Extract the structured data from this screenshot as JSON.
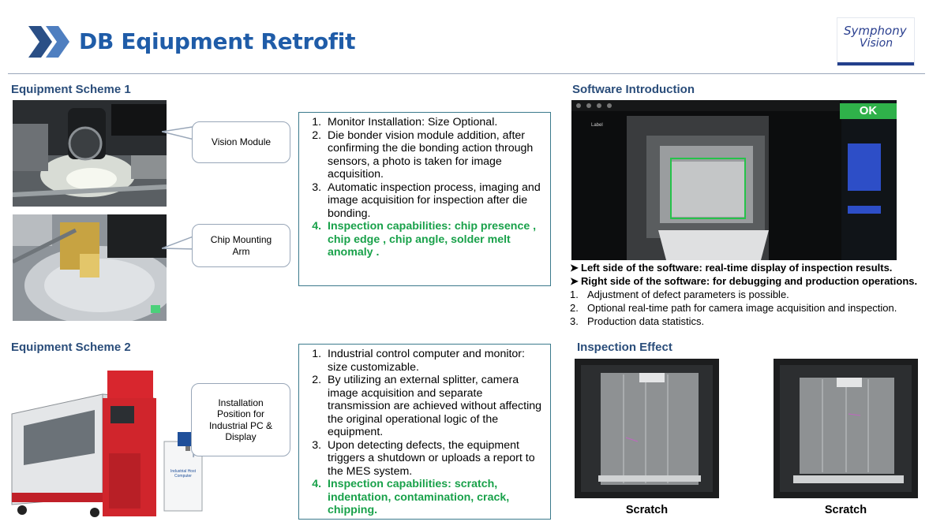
{
  "header": {
    "title": "DB Eqiupment Retrofit",
    "logo_line1": "Symphony",
    "logo_line2": "Vision"
  },
  "scheme1": {
    "title": "Equipment Scheme 1",
    "callouts": [
      "Vision Module",
      "Chip Mounting Arm"
    ],
    "items": [
      "Monitor Installation: Size Optional.",
      "Die bonder vision module addition, after confirming the die bonding action through sensors, a photo is taken for image acquisition.",
      "Automatic inspection process, imaging and image acquisition for inspection after die bonding.",
      "Inspection capabilities: chip presence , chip edge , chip angle, solder melt anomaly ."
    ]
  },
  "scheme2": {
    "title": "Equipment Scheme 2",
    "callout": "Installation Position for Industrial PC & Display",
    "cabinet_label": "Industrial Host Computer",
    "items": [
      "Industrial control computer and monitor: size customizable.",
      "By utilizing an external splitter, camera image acquisition and separate transmission are achieved without affecting the original operational logic of the equipment.",
      "Upon detecting defects, the equipment triggers a shutdown or uploads a report to the MES system.",
      "Inspection capabilities: scratch, indentation, contamination, crack, chipping."
    ]
  },
  "software": {
    "title": "Software Introduction",
    "ok_label": "OK",
    "screen_label": "Label",
    "bullets": [
      "Left side of the software: real-time display of inspection results.",
      "Right side of the software: for debugging and production operations."
    ],
    "numbered": [
      "Adjustment of defect parameters is possible.",
      "Optional real-time path for camera image acquisition and inspection.",
      "Production data statistics."
    ]
  },
  "inspection": {
    "title": "Inspection Effect",
    "captions": [
      "Scratch",
      "Scratch"
    ]
  },
  "colors": {
    "title_blue": "#1f5ca8",
    "section_blue": "#2a4d7a",
    "green": "#19a14a",
    "ok_green": "#2fb14a"
  }
}
